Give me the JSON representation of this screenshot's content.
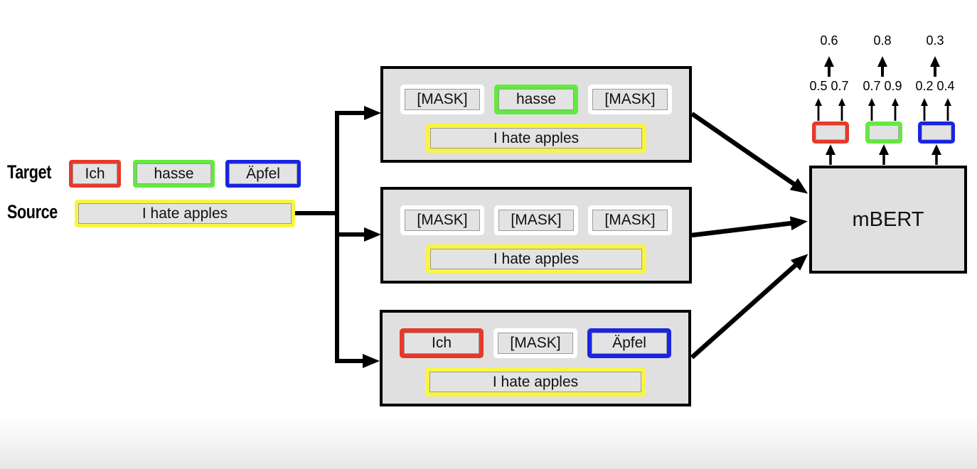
{
  "figure": {
    "legend": {
      "target_label": "Target",
      "source_label": "Source",
      "target_tokens": [
        {
          "text": "Ich",
          "color": "red"
        },
        {
          "text": "hasse",
          "color": "green"
        },
        {
          "text": "Äpfel",
          "color": "blue"
        }
      ],
      "source_token": {
        "text": "I hate apples",
        "color": "yellow"
      }
    },
    "masked_inputs": [
      {
        "tokens": [
          {
            "text": "[MASK]",
            "color": "white"
          },
          {
            "text": "hasse",
            "color": "green"
          },
          {
            "text": "[MASK]",
            "color": "white"
          }
        ],
        "source": {
          "text": "I hate apples",
          "color": "yellow"
        }
      },
      {
        "tokens": [
          {
            "text": "[MASK]",
            "color": "white"
          },
          {
            "text": "[MASK]",
            "color": "white"
          },
          {
            "text": "[MASK]",
            "color": "white"
          }
        ],
        "source": {
          "text": "I hate apples",
          "color": "yellow"
        }
      },
      {
        "tokens": [
          {
            "text": "Ich",
            "color": "red"
          },
          {
            "text": "[MASK]",
            "color": "white"
          },
          {
            "text": "Äpfel",
            "color": "blue"
          }
        ],
        "source": {
          "text": "I hate apples",
          "color": "yellow"
        }
      }
    ],
    "model": {
      "name": "mBERT"
    },
    "outputs": [
      {
        "color": "red",
        "token_scores": "0.5 0.7",
        "aggregated_score": "0.6"
      },
      {
        "color": "green",
        "token_scores": "0.7 0.9",
        "aggregated_score": "0.8"
      },
      {
        "color": "blue",
        "token_scores": "0.2 0.4",
        "aggregated_score": "0.3"
      }
    ],
    "colors": {
      "red": "#e6392a",
      "green": "#63e93f",
      "blue": "#1a25e1",
      "yellow": "#f8f542",
      "box_fill": "#e0e0e0",
      "token_fill": "#e3e3e3",
      "arrow": "#000000"
    }
  }
}
